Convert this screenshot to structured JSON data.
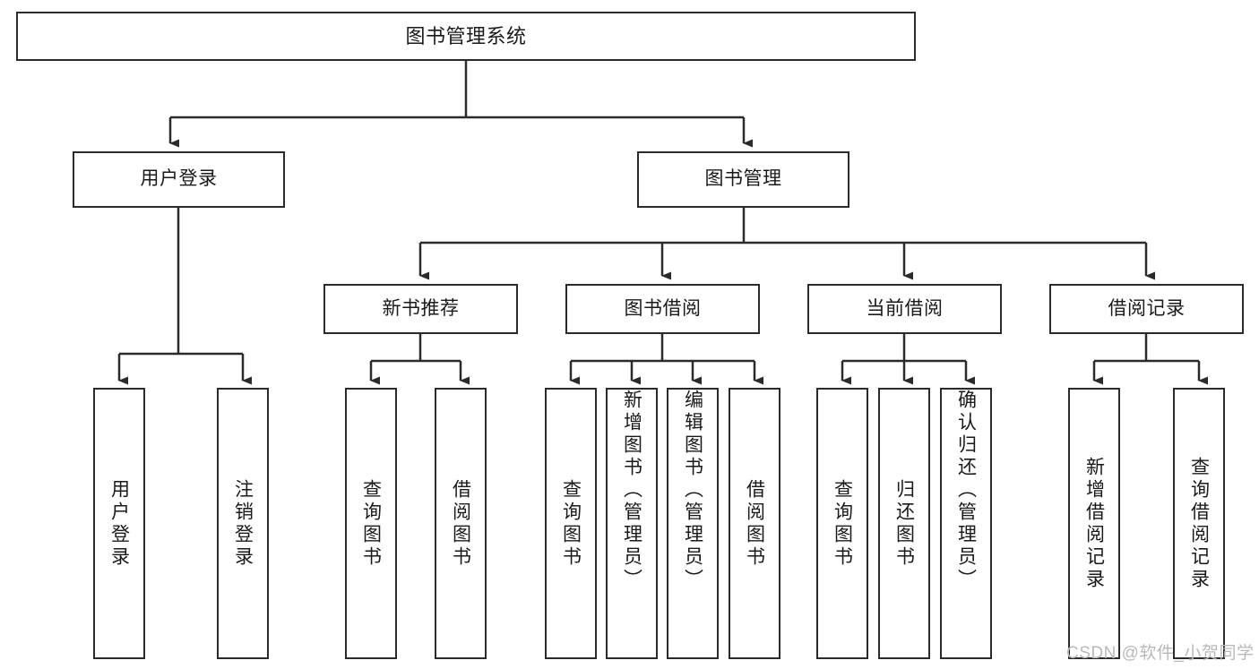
{
  "diagram": {
    "title": "图书管理系统",
    "type": "tree-hierarchy-diagram",
    "watermark": "CSDN @软件_小贺同学",
    "colors": {
      "stroke": "#2b2b2b",
      "fill": "#ffffff",
      "text": "#1a1a1a",
      "watermark": "#b9b9b9"
    },
    "nodes": {
      "root": {
        "label": "图书管理系统"
      },
      "level2": [
        {
          "id": "user-login",
          "label": "用户登录"
        },
        {
          "id": "book-manage",
          "label": "图书管理"
        }
      ],
      "level3": [
        {
          "id": "new-book-rec",
          "label": "新书推荐"
        },
        {
          "id": "book-borrow",
          "label": "图书借阅"
        },
        {
          "id": "current-borrow",
          "label": "当前借阅"
        },
        {
          "id": "borrow-record",
          "label": "借阅记录"
        }
      ],
      "leaves": [
        {
          "id": "leaf-user-login",
          "label": "用户登录",
          "parent": "user-login"
        },
        {
          "id": "leaf-logout",
          "label": "注销登录",
          "parent": "user-login"
        },
        {
          "id": "leaf-query-book-1",
          "label": "查询图书",
          "parent": "new-book-rec"
        },
        {
          "id": "leaf-borrow-book-1",
          "label": "借阅图书",
          "parent": "new-book-rec"
        },
        {
          "id": "leaf-query-book-2",
          "label": "查询图书",
          "parent": "book-borrow"
        },
        {
          "id": "leaf-add-book",
          "label": "新增图书（管理员）",
          "parent": "book-borrow"
        },
        {
          "id": "leaf-edit-book",
          "label": "编辑图书（管理员）",
          "parent": "book-borrow"
        },
        {
          "id": "leaf-borrow-book-2",
          "label": "借阅图书",
          "parent": "book-borrow"
        },
        {
          "id": "leaf-query-book-3",
          "label": "查询图书",
          "parent": "current-borrow"
        },
        {
          "id": "leaf-return-book",
          "label": "归还图书",
          "parent": "current-borrow"
        },
        {
          "id": "leaf-confirm-return",
          "label": "确认归还（管理员）",
          "parent": "current-borrow"
        },
        {
          "id": "leaf-add-record",
          "label": "新增借阅记录",
          "parent": "borrow-record"
        },
        {
          "id": "leaf-query-record",
          "label": "查询借阅记录",
          "parent": "borrow-record"
        }
      ]
    }
  }
}
